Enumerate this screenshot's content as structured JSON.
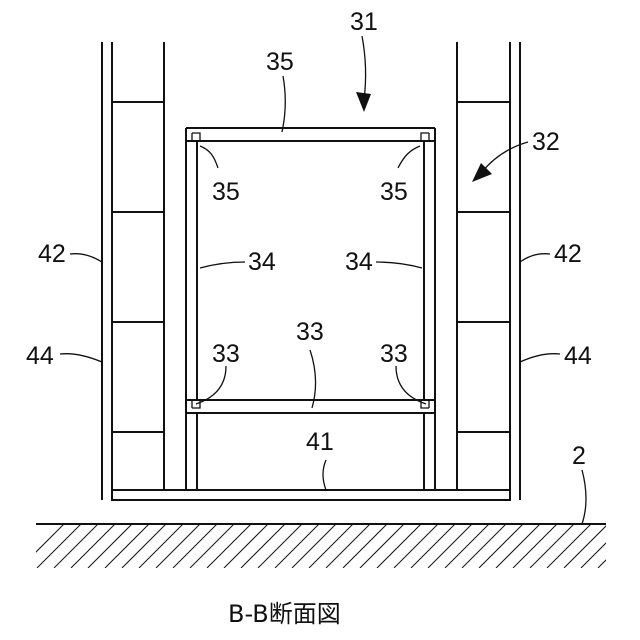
{
  "figure": {
    "caption": "B-B断面図",
    "labels": {
      "ref31": "31",
      "ref32": "32",
      "ref35_top": "35",
      "ref35_left": "35",
      "ref35_right": "35",
      "ref34_left": "34",
      "ref34_right": "34",
      "ref33_center": "33",
      "ref33_left": "33",
      "ref33_right": "33",
      "ref41": "41",
      "ref42_left": "42",
      "ref42_right": "42",
      "ref44_left": "44",
      "ref44_right": "44",
      "ref2": "2"
    }
  }
}
